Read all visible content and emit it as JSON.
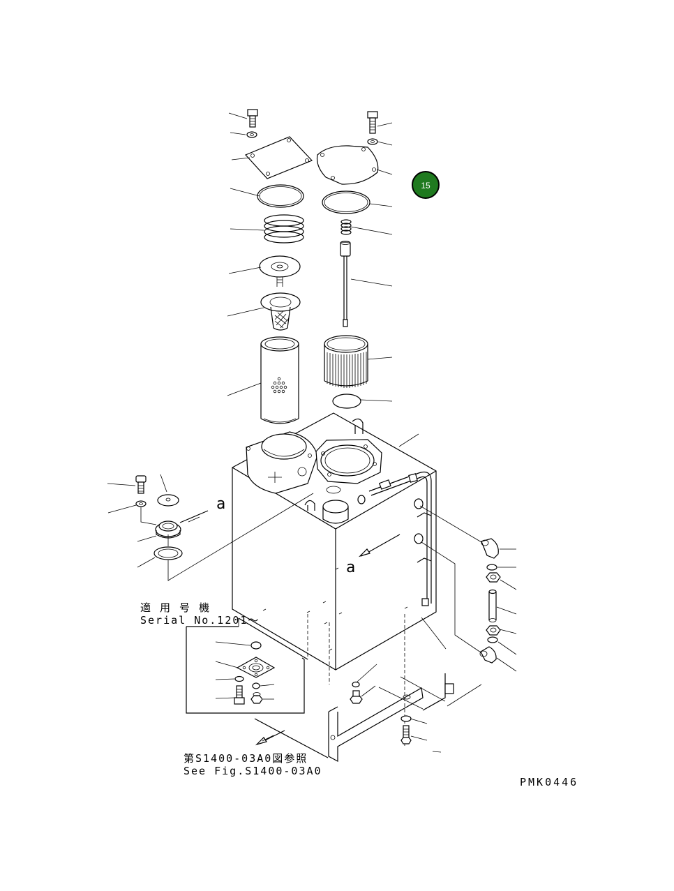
{
  "diagram": {
    "serial_note_jp": "適 用 号 機",
    "serial_note_en": "Serial No.1201～",
    "ref_note_jp": "第S1400-03A0図参照",
    "ref_note_en": "See Fig.S1400-03A0",
    "drawing_code": "PMK0446",
    "view_marker_1": "a",
    "view_marker_2": "a",
    "callout": {
      "label": "15",
      "color": "#1f7a1f"
    }
  }
}
